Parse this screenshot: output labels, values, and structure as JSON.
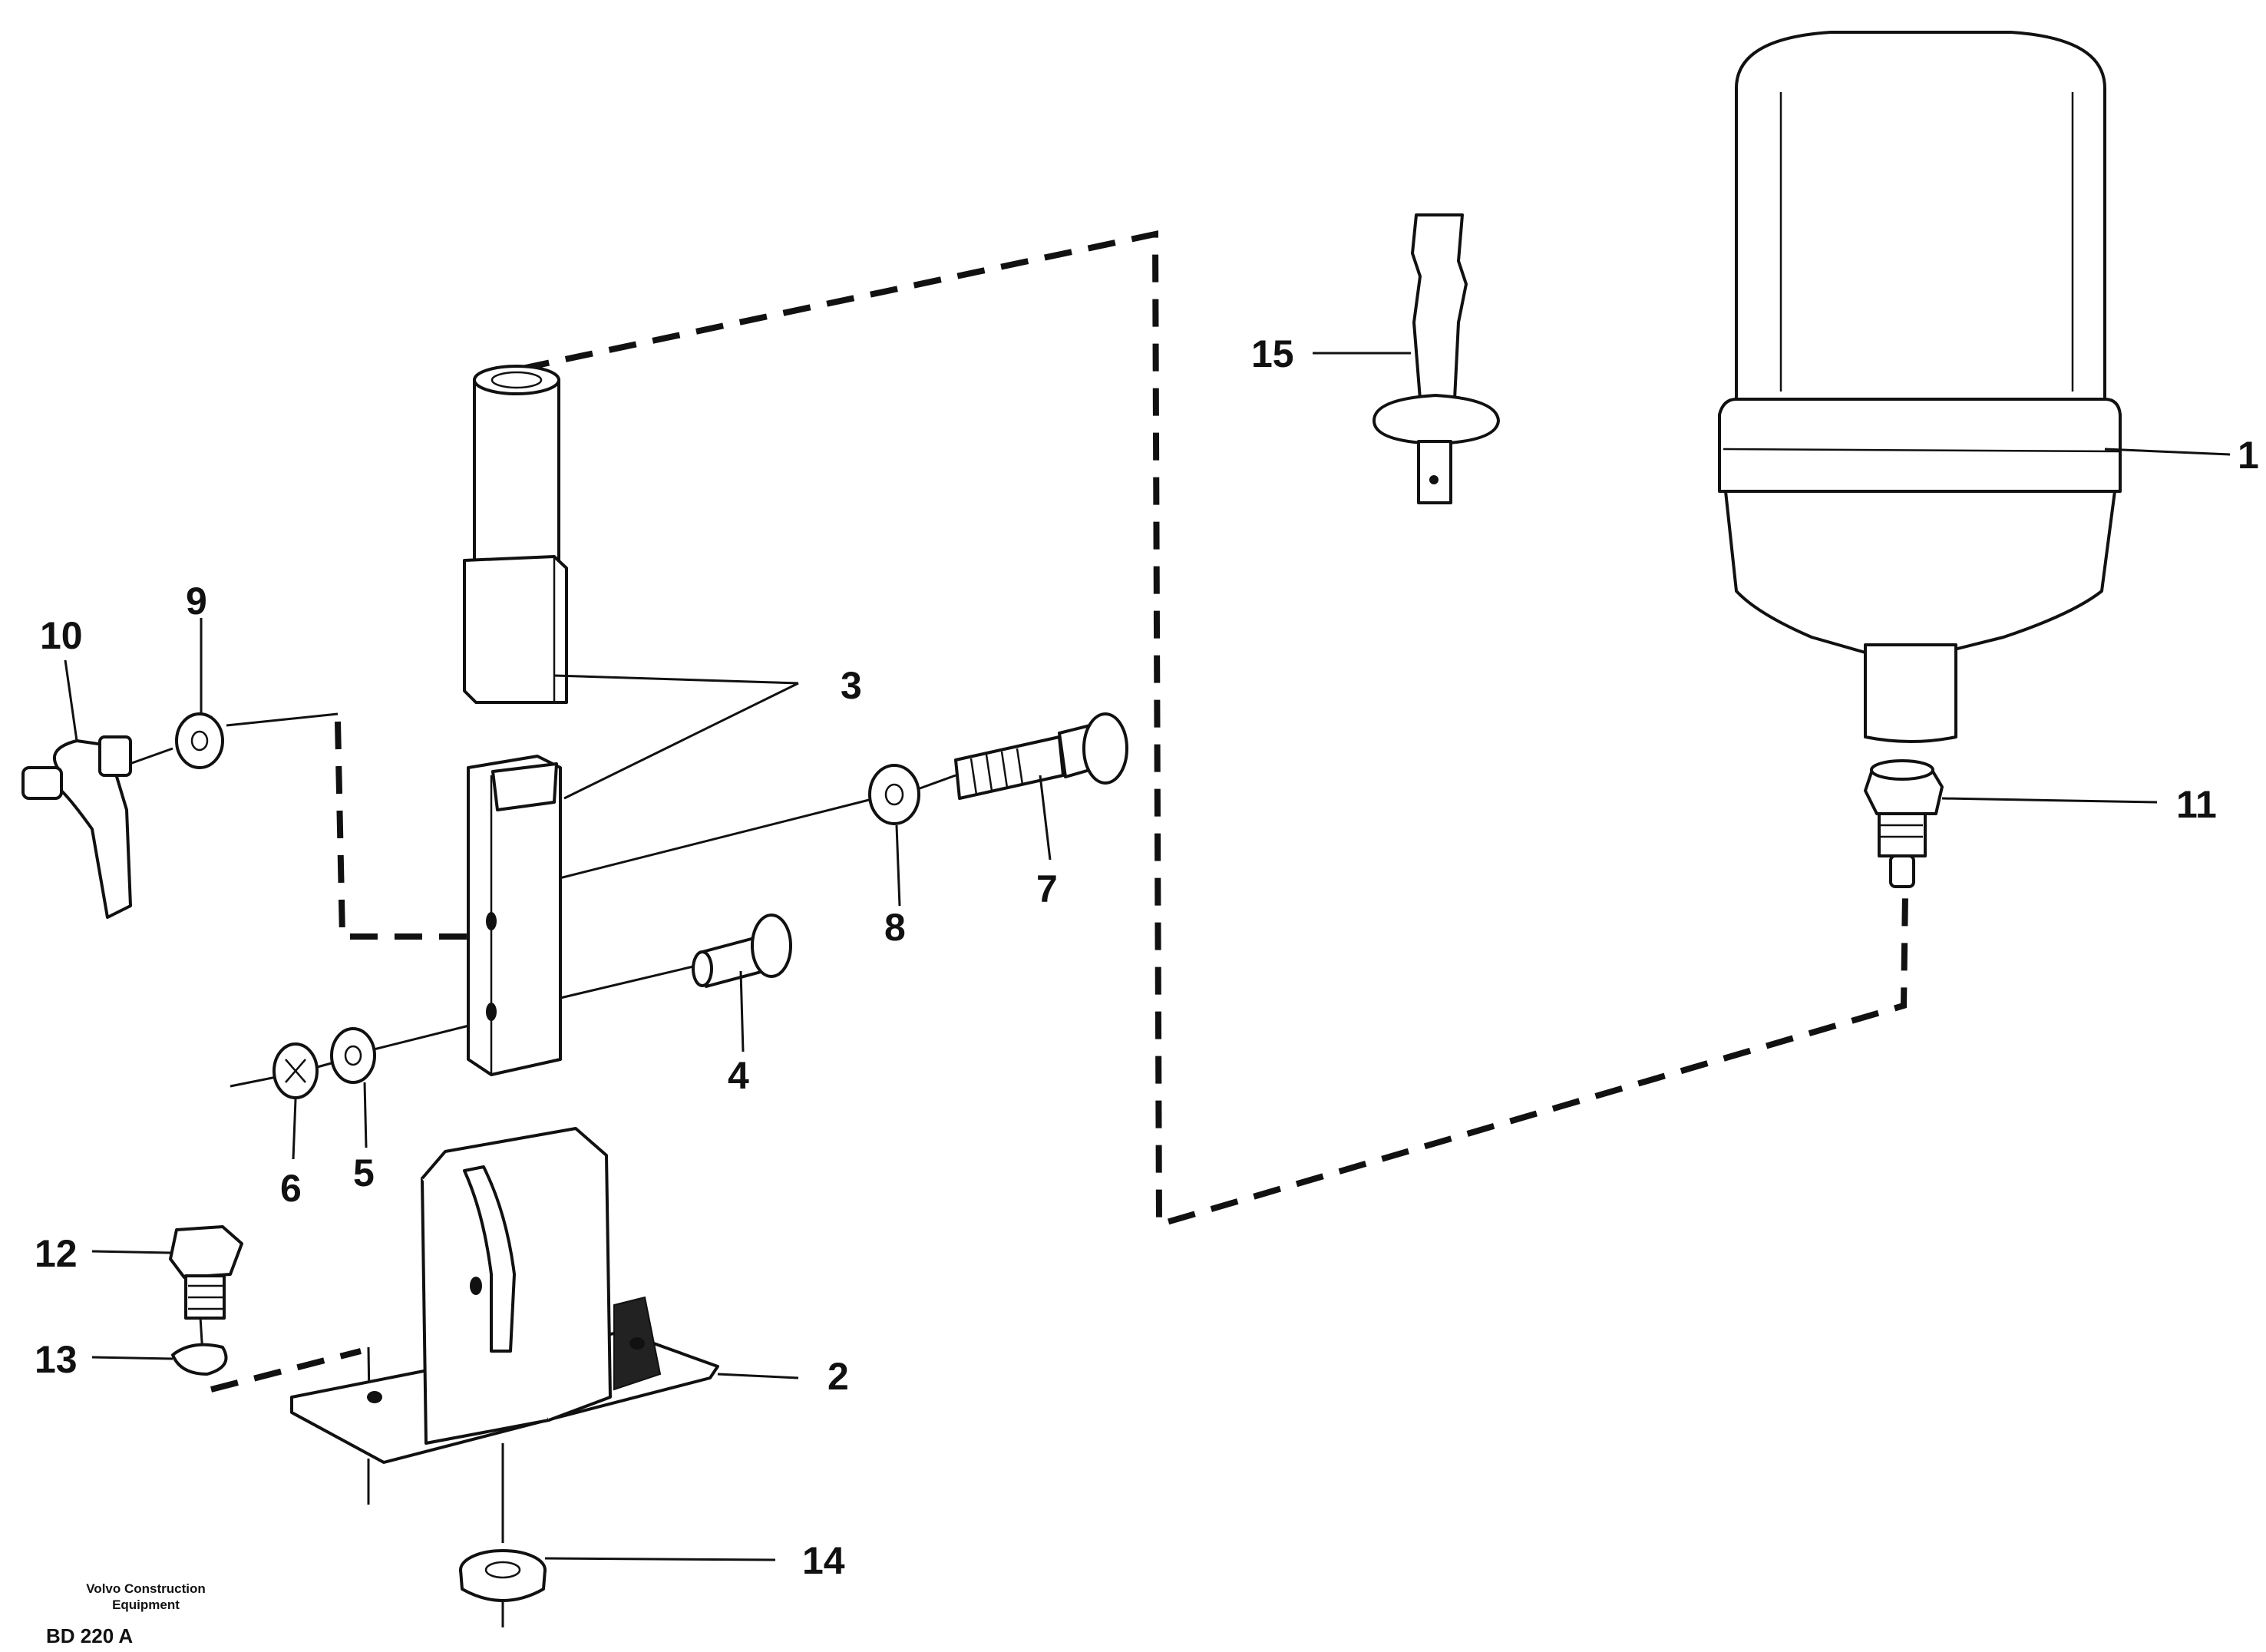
{
  "diagram": {
    "callouts": [
      {
        "id": "1",
        "label": "1"
      },
      {
        "id": "2",
        "label": "2"
      },
      {
        "id": "3",
        "label": "3"
      },
      {
        "id": "4",
        "label": "4"
      },
      {
        "id": "5",
        "label": "5"
      },
      {
        "id": "6",
        "label": "6"
      },
      {
        "id": "7",
        "label": "7"
      },
      {
        "id": "8",
        "label": "8"
      },
      {
        "id": "9",
        "label": "9"
      },
      {
        "id": "10",
        "label": "10"
      },
      {
        "id": "11",
        "label": "11"
      },
      {
        "id": "12",
        "label": "12"
      },
      {
        "id": "13",
        "label": "13"
      },
      {
        "id": "14",
        "label": "14"
      },
      {
        "id": "15",
        "label": "15"
      }
    ]
  },
  "footer": {
    "publisher_line1": "Volvo Construction",
    "publisher_line2": "Equipment",
    "code": "BD 220 A"
  }
}
